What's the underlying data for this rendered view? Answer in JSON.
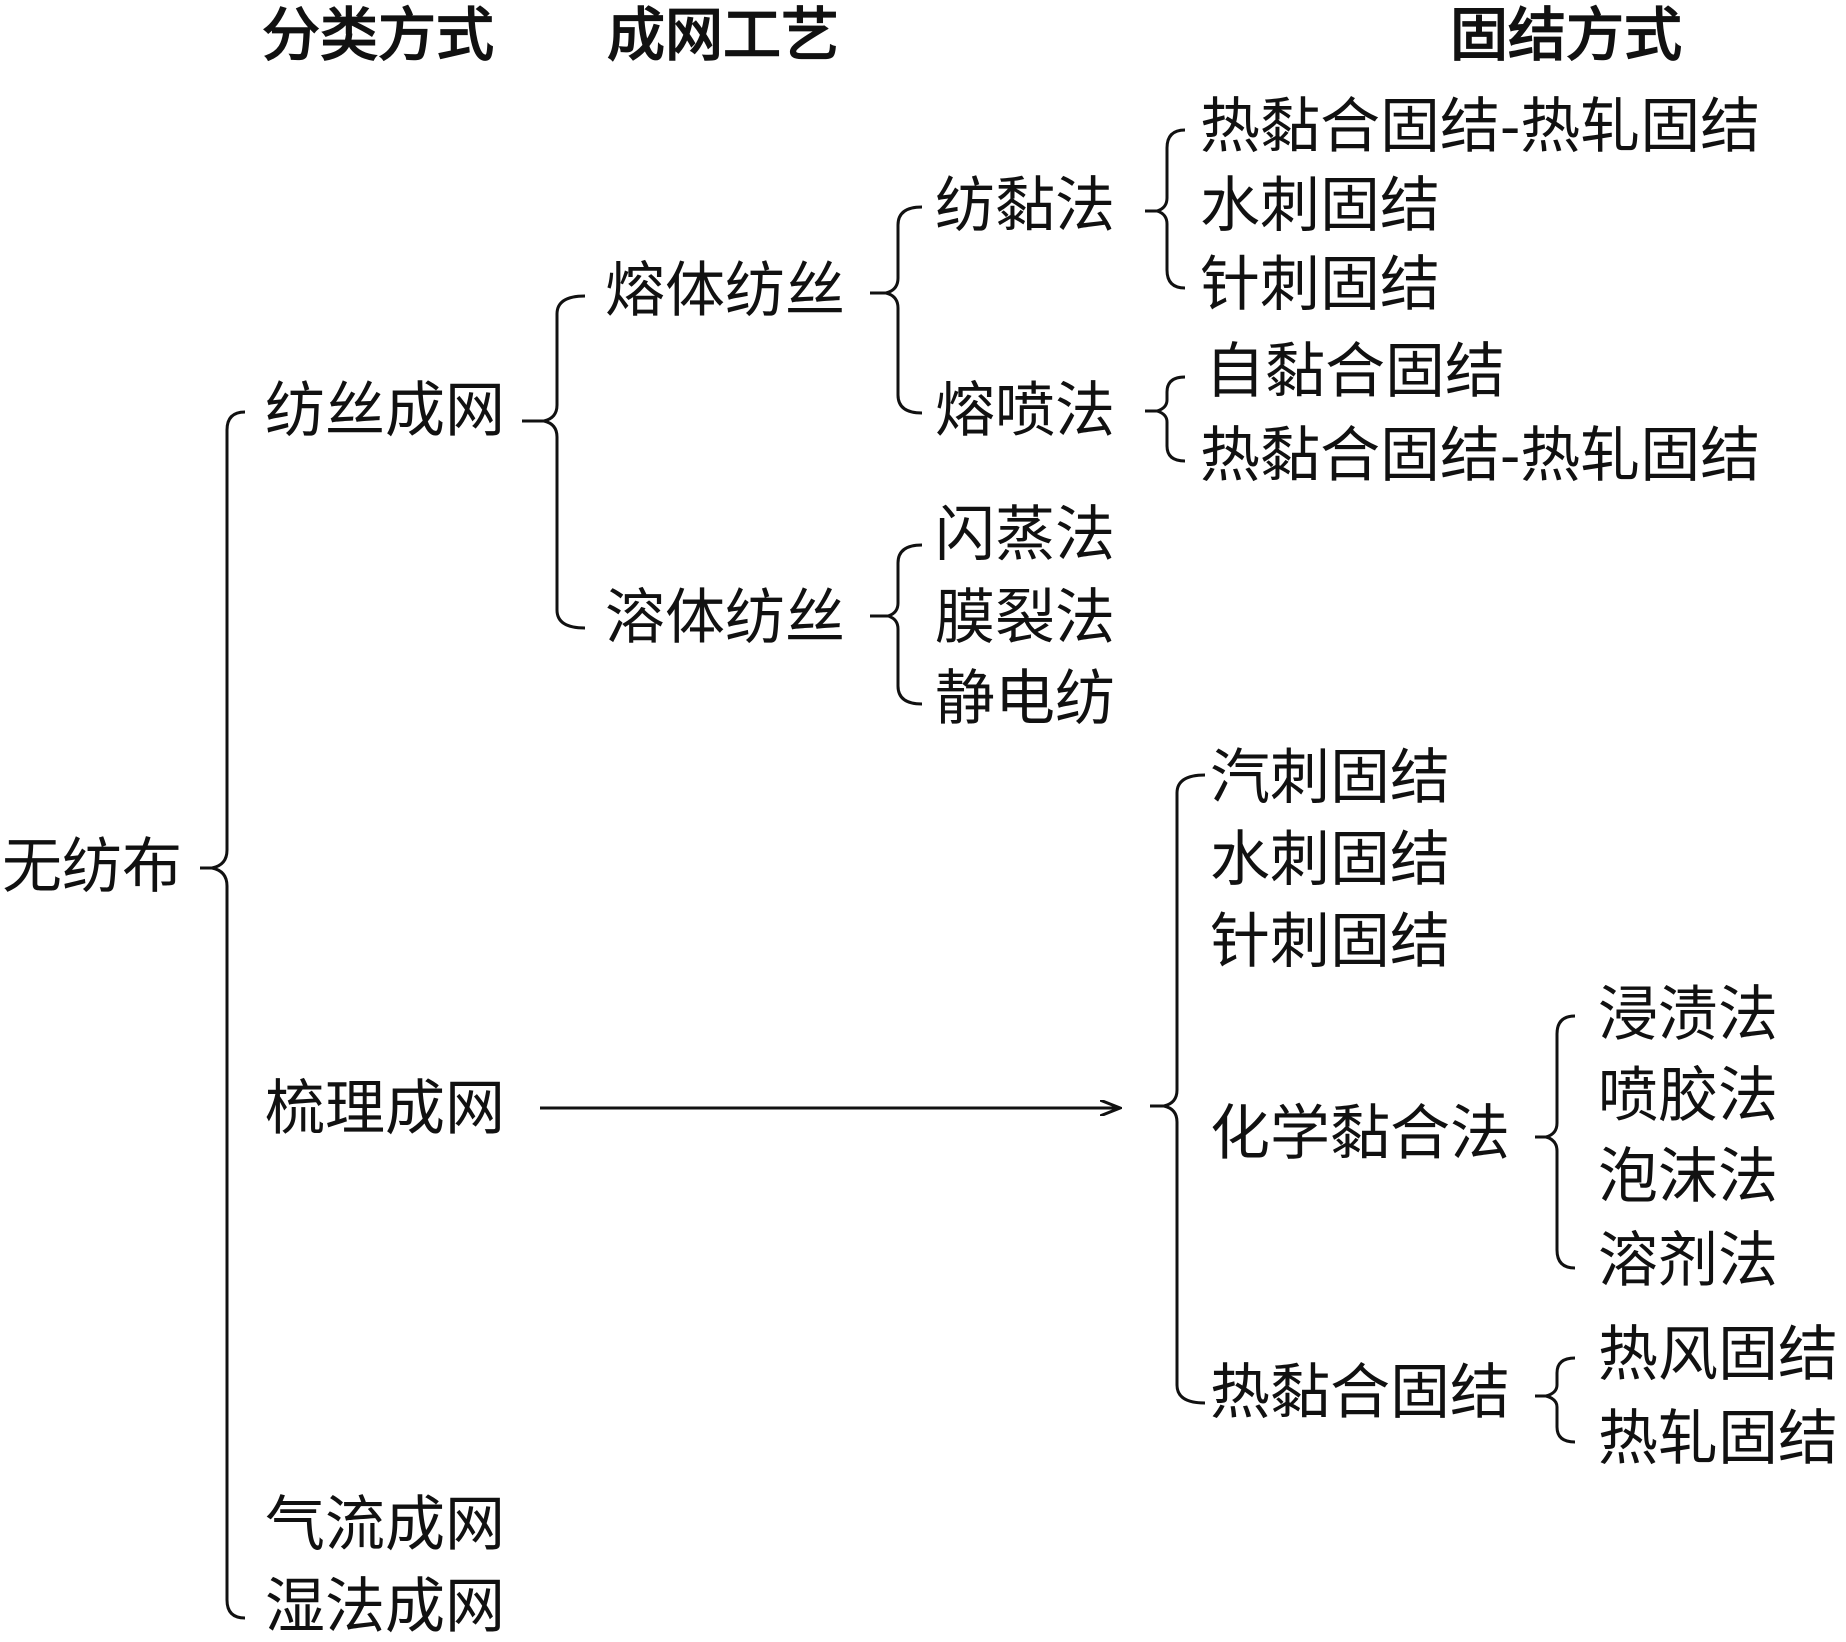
{
  "headers": {
    "classification": "分类方式",
    "web_forming": "成网工艺",
    "bonding": "固结方式"
  },
  "root": "无纺布",
  "level1": {
    "spun": "纺丝成网",
    "carded": "梳理成网",
    "airlaid": "气流成网",
    "wetlaid": "湿法成网"
  },
  "spun_children": {
    "melt": "熔体纺丝",
    "solution": "溶体纺丝"
  },
  "melt_children": {
    "spunbond": "纺黏法",
    "meltblown": "熔喷法"
  },
  "spunbond_bonding": [
    "热黏合固结-热轧固结",
    "水刺固结",
    "针刺固结"
  ],
  "meltblown_bonding": [
    "自黏合固结",
    "热黏合固结-热轧固结"
  ],
  "solution_children": [
    "闪蒸法",
    "膜裂法",
    "静电纺"
  ],
  "carded_bonding": {
    "steam": "汽刺固结",
    "hydro": "水刺固结",
    "needle": "针刺固结",
    "chemical": "化学黏合法",
    "thermal": "热黏合固结"
  },
  "chemical_children": [
    "浸渍法",
    "喷胶法",
    "泡沫法",
    "溶剂法"
  ],
  "thermal_children": [
    "热风固结",
    "热轧固结"
  ]
}
